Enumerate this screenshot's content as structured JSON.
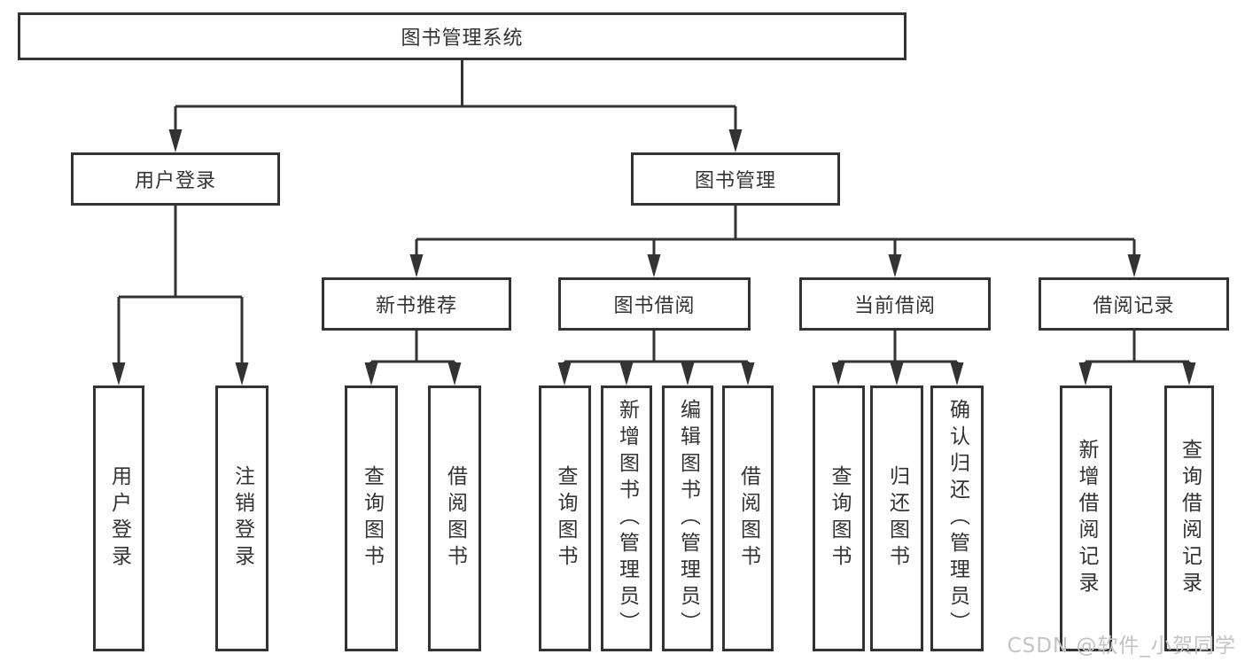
{
  "diagram": {
    "title": "图书管理系统",
    "branches": [
      {
        "label": "用户登录",
        "children": [
          {
            "label": "用户登录"
          },
          {
            "label": "注销登录"
          }
        ]
      },
      {
        "label": "图书管理",
        "modules": [
          {
            "label": "新书推荐",
            "children": [
              {
                "label": "查询图书"
              },
              {
                "label": "借阅图书"
              }
            ]
          },
          {
            "label": "图书借阅",
            "children": [
              {
                "label": "查询图书"
              },
              {
                "label": "新增图书（管理员）"
              },
              {
                "label": "编辑图书（管理员）"
              },
              {
                "label": "借阅图书"
              }
            ]
          },
          {
            "label": "当前借阅",
            "children": [
              {
                "label": "查询图书"
              },
              {
                "label": "归还图书"
              },
              {
                "label": "确认归还（管理员）"
              }
            ]
          },
          {
            "label": "借阅记录",
            "children": [
              {
                "label": "新增借阅记录"
              },
              {
                "label": "查询借阅记录"
              }
            ]
          }
        ]
      }
    ]
  },
  "watermark": {
    "text": "CSDN @软件_小贺同学"
  },
  "colors": {
    "line": "#333333",
    "text": "#333333",
    "watermark": "#c3c3c3",
    "background": "#ffffff"
  }
}
